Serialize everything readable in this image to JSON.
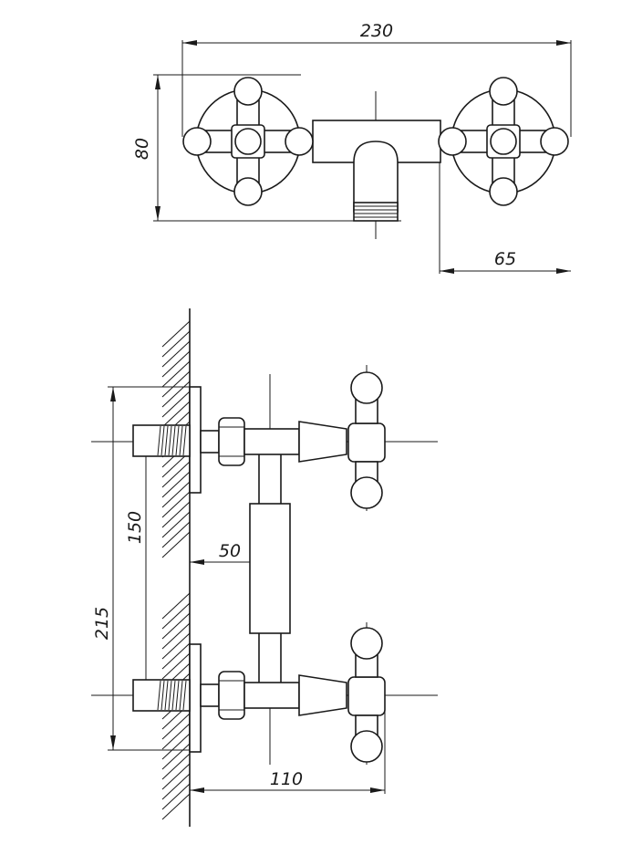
{
  "dimensions": {
    "overall_width": "230",
    "height_top": "80",
    "handle_offset": "65",
    "inlet_spacing": "150",
    "overall_height": "215",
    "wall_offset": "50",
    "projection": "110"
  }
}
